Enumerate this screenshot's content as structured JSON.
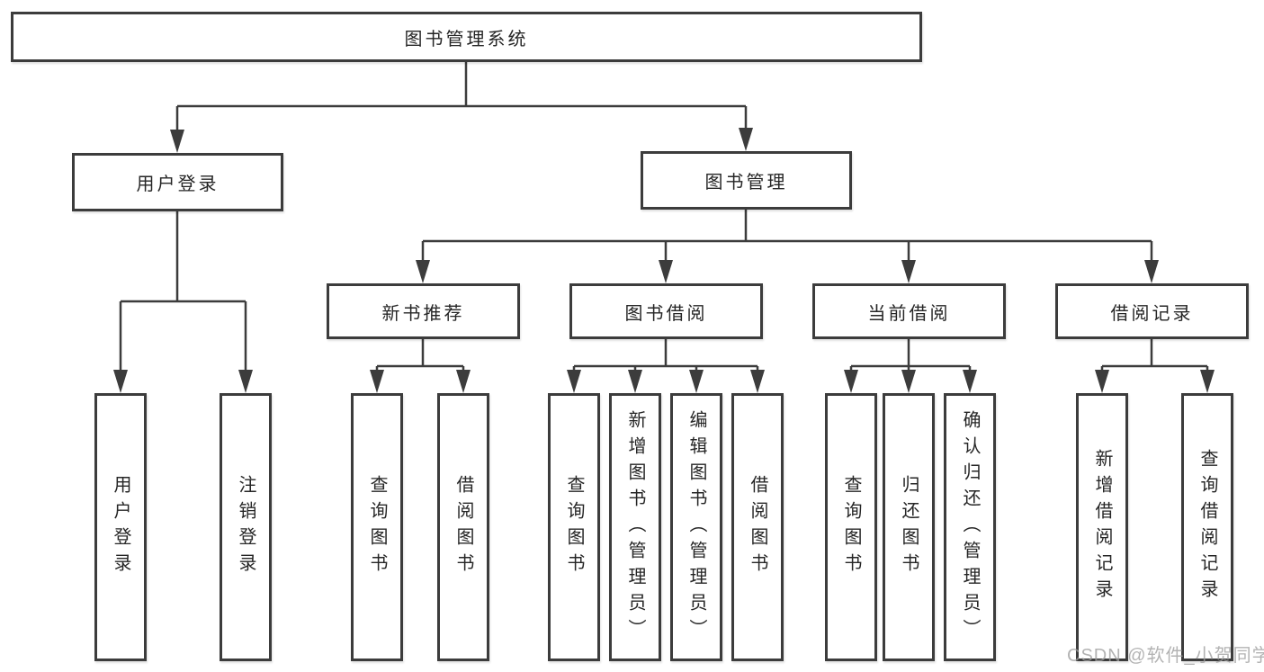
{
  "diagram": {
    "root": {
      "label": "图书管理系统"
    },
    "level2": [
      {
        "label": "用户登录"
      },
      {
        "label": "图书管理"
      }
    ],
    "level3": [
      {
        "label": "新书推荐"
      },
      {
        "label": "图书借阅"
      },
      {
        "label": "当前借阅"
      },
      {
        "label": "借阅记录"
      }
    ],
    "leaves": {
      "user_login": [
        "用户登录",
        "注销登录"
      ],
      "new_book_recommend": [
        "查询图书",
        "借阅图书"
      ],
      "book_borrow": [
        "查询图书",
        "新增图书（管理员）",
        "编辑图书（管理员）",
        "借阅图书"
      ],
      "current_borrow": [
        "查询图书",
        "归还图书",
        "确认归还（管理员）"
      ],
      "borrow_record": [
        "新增借阅记录",
        "查询借阅记录"
      ]
    }
  },
  "watermark": {
    "text": "CSDN @软件_小贺同学"
  },
  "colors": {
    "line": "#3c3c3c",
    "box_border": "#3c3c3c",
    "text": "#262626",
    "watermark": "#9e9e9e",
    "background": "#ffffff"
  }
}
